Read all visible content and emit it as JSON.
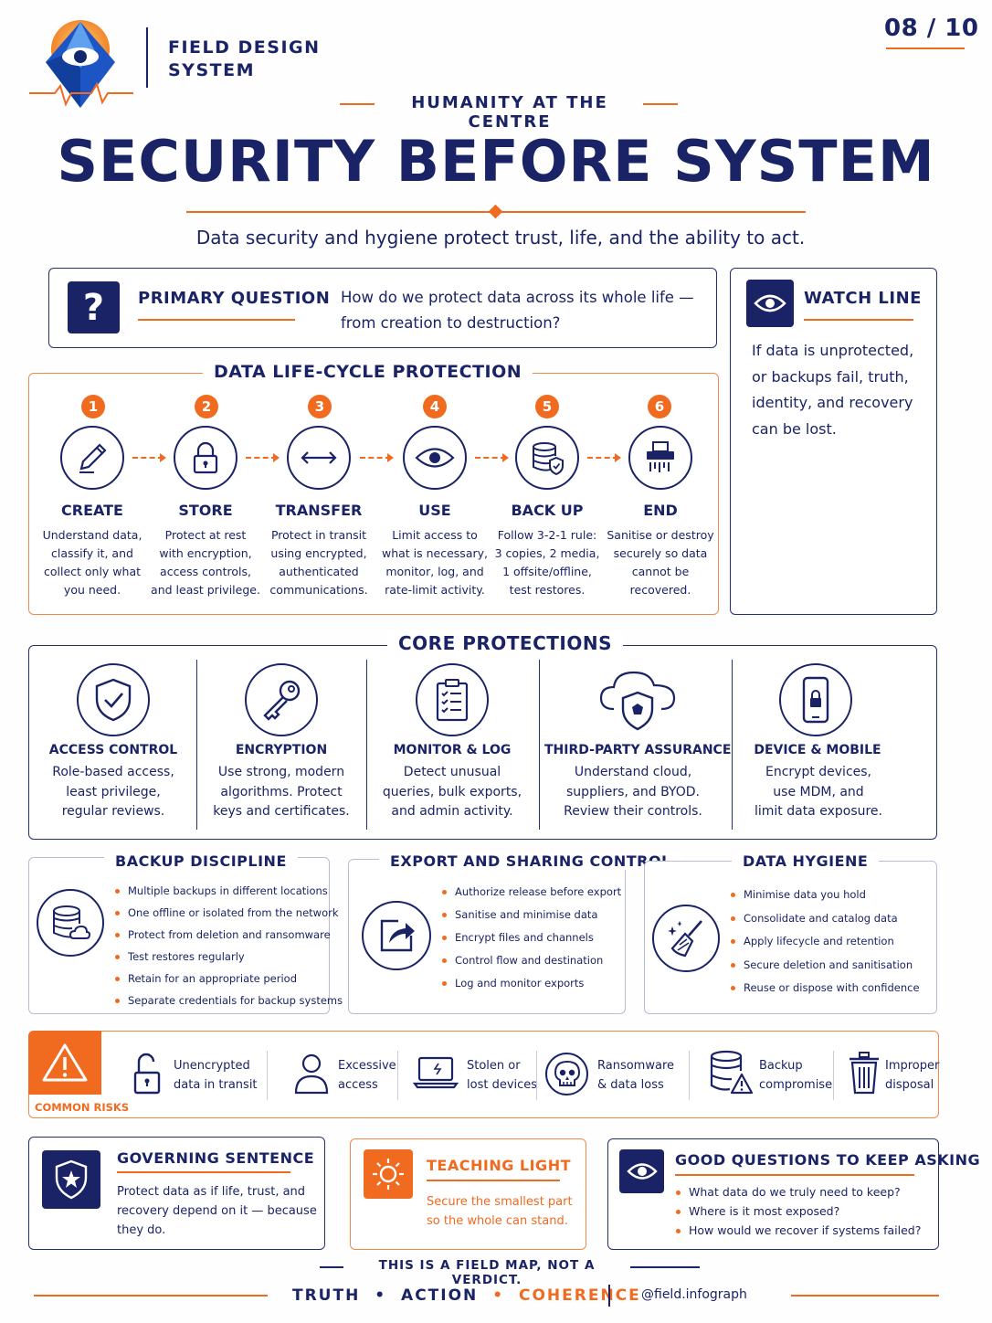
{
  "brand": {
    "line1": "FIELD DESIGN",
    "line2": "SYSTEM"
  },
  "page_number": "08 / 10",
  "kicker": "HUMANITY AT THE CENTRE",
  "title": "SECURITY BEFORE SYSTEM",
  "subtitle": "Data security and hygiene protect trust, life, and the ability to act.",
  "primary_question": {
    "label": "PRIMARY QUESTION",
    "text_line1": "How do we protect data across its whole life —",
    "text_line2": "from creation to destruction?",
    "icon": "question-mark-icon"
  },
  "watch_line": {
    "label": "WATCH LINE",
    "lines": [
      "If data is unprotected,",
      "or backups fail, truth,",
      "identity, and recovery",
      "can be lost."
    ],
    "icon": "eye-icon"
  },
  "lifecycle": {
    "title": "DATA LIFE-CYCLE PROTECTION",
    "steps": [
      {
        "num": "1",
        "title": "CREATE",
        "icon": "pencil-icon",
        "lines": [
          "Understand data,",
          "classify it, and",
          "collect only what",
          "you need."
        ]
      },
      {
        "num": "2",
        "title": "STORE",
        "icon": "padlock-icon",
        "lines": [
          "Protect at rest",
          "with encryption,",
          "access controls,",
          "and least privilege."
        ]
      },
      {
        "num": "3",
        "title": "TRANSFER",
        "icon": "double-arrow-icon",
        "lines": [
          "Protect in transit",
          "using encrypted,",
          "authenticated",
          "communications."
        ]
      },
      {
        "num": "4",
        "title": "USE",
        "icon": "eye-icon",
        "lines": [
          "Limit access to",
          "what is necessary,",
          "monitor, log, and",
          "rate-limit activity."
        ]
      },
      {
        "num": "5",
        "title": "BACK UP",
        "icon": "database-shield-icon",
        "lines": [
          "Follow 3-2-1 rule:",
          "3 copies, 2 media,",
          "1 offsite/offline,",
          "test restores."
        ]
      },
      {
        "num": "6",
        "title": "END",
        "icon": "shredder-icon",
        "lines": [
          "Sanitise or destroy",
          "securely so data",
          "cannot be",
          "recovered."
        ]
      }
    ]
  },
  "core": {
    "title": "CORE PROTECTIONS",
    "items": [
      {
        "title": "ACCESS CONTROL",
        "icon": "shield-check-icon",
        "lines": [
          "Role-based access,",
          "least privilege,",
          "regular reviews."
        ]
      },
      {
        "title": "ENCRYPTION",
        "icon": "key-icon",
        "lines": [
          "Use strong, modern",
          "algorithms. Protect",
          "keys and certificates."
        ]
      },
      {
        "title": "MONITOR & LOG",
        "icon": "clipboard-checklist-icon",
        "lines": [
          "Detect unusual",
          "queries, bulk exports,",
          "and admin activity."
        ]
      },
      {
        "title": "THIRD-PARTY ASSURANCE",
        "icon": "cloud-shield-icon",
        "lines": [
          "Understand cloud,",
          "suppliers, and BYOD.",
          "Review their controls."
        ]
      },
      {
        "title": "DEVICE & MOBILE",
        "icon": "phone-lock-icon",
        "lines": [
          "Encrypt devices,",
          "use MDM, and",
          "limit data exposure."
        ]
      }
    ]
  },
  "backup": {
    "title": "BACKUP DISCIPLINE",
    "icon": "database-cloud-icon",
    "items": [
      "Multiple backups in different locations",
      "One offline or isolated from the network",
      "Protect from deletion and ransomware",
      "Test restores regularly",
      "Retain for an appropriate period",
      "Separate credentials for backup systems"
    ]
  },
  "export": {
    "title": "EXPORT AND SHARING CONTROL",
    "icon": "share-icon",
    "items": [
      "Authorize release before export",
      "Sanitise and minimise data",
      "Encrypt files and channels",
      "Control flow and destination",
      "Log and monitor exports"
    ]
  },
  "hygiene": {
    "title": "DATA HYGIENE",
    "icon": "broom-sparkle-icon",
    "items": [
      "Minimise data you hold",
      "Consolidate and catalog data",
      "Apply lifecycle and retention",
      "Secure deletion and sanitisation",
      "Reuse or dispose with confidence"
    ]
  },
  "risks": {
    "label": "COMMON RISKS",
    "icon": "warning-icon",
    "items": [
      {
        "l1": "Unencrypted",
        "l2": "data in transit",
        "icon": "open-padlock-icon"
      },
      {
        "l1": "Excessive",
        "l2": "access",
        "icon": "person-icon"
      },
      {
        "l1": "Stolen or",
        "l2": "lost devices",
        "icon": "laptop-icon"
      },
      {
        "l1": "Ransomware",
        "l2": "& data loss",
        "icon": "skull-icon"
      },
      {
        "l1": "Backup",
        "l2": "compromise",
        "icon": "database-warning-icon"
      },
      {
        "l1": "Improper",
        "l2": "disposal",
        "icon": "trash-icon"
      }
    ]
  },
  "governing": {
    "title": "GOVERNING SENTENCE",
    "icon": "shield-star-icon",
    "lines": [
      "Protect data as if life, trust, and",
      "recovery depend on it — because",
      "they do."
    ]
  },
  "teaching": {
    "title": "TEACHING LIGHT",
    "icon": "sun-icon",
    "lines": [
      "Secure the smallest part",
      "so the whole can stand."
    ]
  },
  "good_questions": {
    "title": "GOOD QUESTIONS TO KEEP ASKING",
    "icon": "eye-icon",
    "items": [
      "What data do we truly need to keep?",
      "Where is it most exposed?",
      "How would we recover if systems failed?"
    ]
  },
  "footer": {
    "note": "THIS IS A FIELD MAP, NOT A VERDICT.",
    "w1": "TRUTH",
    "w2": "ACTION",
    "w3": "COHERENCE",
    "handle": "@field.infograph"
  },
  "colors": {
    "navy": "#1a2366",
    "orange": "#f06a1f"
  }
}
